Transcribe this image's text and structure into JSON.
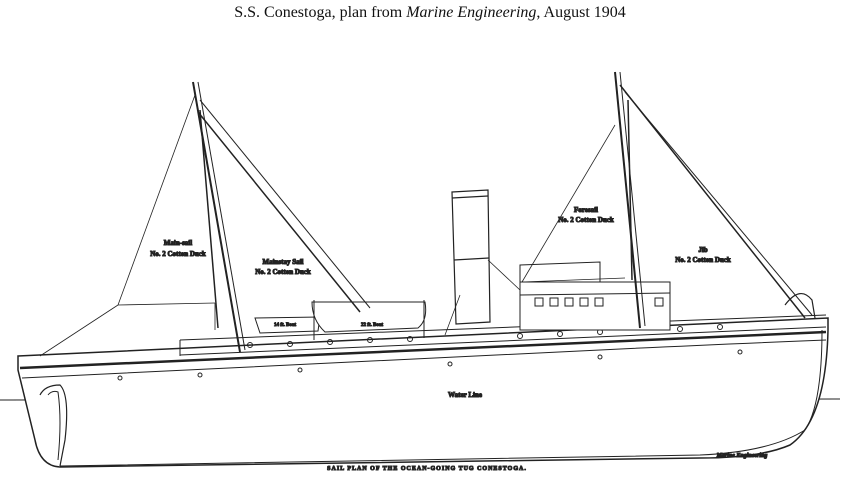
{
  "caption": {
    "prefix": "S.S. Conestoga, plan from ",
    "source": "Marine Engineering",
    "suffix": ", August 1904"
  },
  "labels": {
    "mainsail": [
      "Main-sail",
      "No. 2 Cotton Duck"
    ],
    "mainstay_sail": [
      "Mainstay Sail",
      "No. 2 Cotton Duck"
    ],
    "foresail": [
      "Foresail",
      "No. 2 Cotton Duck"
    ],
    "jib": [
      "Jib",
      "No. 2 Cotton Duck"
    ],
    "boat_small": "14 ft. Boat",
    "boat_large": "22 ft. Boat",
    "water_line": "Water Line",
    "plate_title": "SAIL PLAN OF THE OCEAN-GOING TUG CONESTOGA.",
    "credit": "Marine Engineering"
  }
}
